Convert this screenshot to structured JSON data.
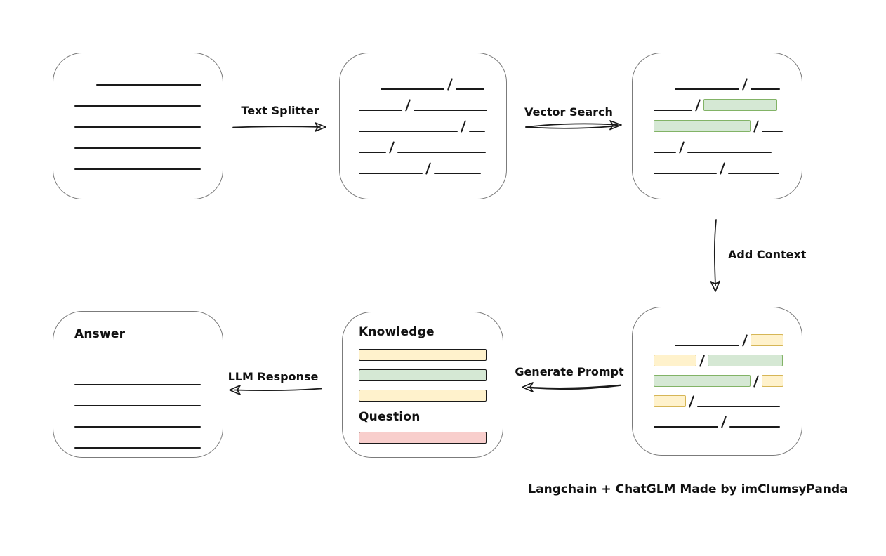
{
  "caption": "Langchain + ChatGLM Made by imClumsyPanda",
  "colors": {
    "green_fill": "#d5e8d4",
    "green_border": "#82b366",
    "yellow_fill": "#fff2cc",
    "yellow_border": "#d6b656",
    "red_fill": "#f8cecc",
    "red_border": "#b85450",
    "stroke": "#1a1a1a",
    "box_border": "#7b7b7b"
  },
  "arrows": {
    "text_splitter": {
      "label": "Text Splitter",
      "direction": "right"
    },
    "vector_search": {
      "label": "Vector Search",
      "direction": "right"
    },
    "add_context": {
      "label": "Add Context",
      "direction": "down"
    },
    "generate_prompt": {
      "label": "Generate Prompt",
      "direction": "left"
    },
    "llm_response": {
      "label": "LLM Response",
      "direction": "left"
    }
  },
  "boxes": {
    "source_document": {
      "rows": [
        [
          {
            "t": "indent",
            "w": 31
          },
          {
            "t": "line",
            "w": 150
          }
        ],
        [
          {
            "t": "line",
            "w": 180
          }
        ],
        [
          {
            "t": "line",
            "w": 180
          }
        ],
        [
          {
            "t": "line",
            "w": 180
          }
        ],
        [
          {
            "t": "line",
            "w": 180
          }
        ]
      ]
    },
    "split_chunks": {
      "rows": [
        [
          {
            "t": "indent",
            "w": 31
          },
          {
            "t": "line",
            "w": 91
          },
          {
            "t": "slash"
          },
          {
            "t": "line",
            "w": 41
          }
        ],
        [
          {
            "t": "line",
            "w": 62
          },
          {
            "t": "slash"
          },
          {
            "t": "line",
            "w": 105
          }
        ],
        [
          {
            "t": "line",
            "w": 141
          },
          {
            "t": "slash"
          },
          {
            "t": "line",
            "w": 23
          }
        ],
        [
          {
            "t": "line",
            "w": 39
          },
          {
            "t": "slash"
          },
          {
            "t": "line",
            "w": 126
          }
        ],
        [
          {
            "t": "line",
            "w": 91
          },
          {
            "t": "slash"
          },
          {
            "t": "line",
            "w": 67
          }
        ]
      ]
    },
    "matched_chunks": {
      "rows": [
        [
          {
            "t": "indent",
            "w": 30
          },
          {
            "t": "line",
            "w": 92
          },
          {
            "t": "slash"
          },
          {
            "t": "line",
            "w": 42
          }
        ],
        [
          {
            "t": "line",
            "w": 55
          },
          {
            "t": "slash"
          },
          {
            "t": "green",
            "w": 105
          }
        ],
        [
          {
            "t": "green",
            "w": 138
          },
          {
            "t": "slash"
          },
          {
            "t": "line",
            "w": 30
          }
        ],
        [
          {
            "t": "line",
            "w": 32
          },
          {
            "t": "slash"
          },
          {
            "t": "line",
            "w": 120
          }
        ],
        [
          {
            "t": "line",
            "w": 90
          },
          {
            "t": "slash"
          },
          {
            "t": "line",
            "w": 73
          }
        ]
      ]
    },
    "context_chunks": {
      "rows": [
        [
          {
            "t": "indent",
            "w": 30
          },
          {
            "t": "line",
            "w": 92
          },
          {
            "t": "slash"
          },
          {
            "t": "yellow",
            "w": 47
          }
        ],
        [
          {
            "t": "yellow",
            "w": 61
          },
          {
            "t": "slash"
          },
          {
            "t": "green",
            "w": 107
          }
        ],
        [
          {
            "t": "green",
            "w": 138
          },
          {
            "t": "slash"
          },
          {
            "t": "yellow",
            "w": 31
          }
        ],
        [
          {
            "t": "yellow",
            "w": 46
          },
          {
            "t": "slash"
          },
          {
            "t": "line",
            "w": 118
          }
        ],
        [
          {
            "t": "line",
            "w": 92
          },
          {
            "t": "slash"
          },
          {
            "t": "line",
            "w": 72
          }
        ]
      ]
    },
    "prompt": {
      "knowledge_label": "Knowledge",
      "question_label": "Question",
      "knowledge_bars": [
        "yellow",
        "green",
        "yellow"
      ],
      "question_bars": [
        "red"
      ]
    },
    "answer": {
      "label": "Answer",
      "rows": [
        [
          {
            "t": "line",
            "w": 180
          }
        ],
        [
          {
            "t": "line",
            "w": 180
          }
        ],
        [
          {
            "t": "line",
            "w": 180
          }
        ],
        [
          {
            "t": "line",
            "w": 180
          }
        ]
      ]
    }
  }
}
